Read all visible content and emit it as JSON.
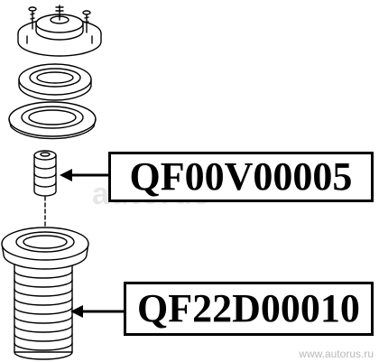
{
  "labels": {
    "upper": "QF00V00005",
    "lower": "QF22D00010"
  },
  "watermark": {
    "logo": "autorus",
    "url": "www.autorus.ru"
  },
  "colors": {
    "ink": "#000000",
    "paper": "#ffffff",
    "watermark": "#b9b9b9"
  }
}
